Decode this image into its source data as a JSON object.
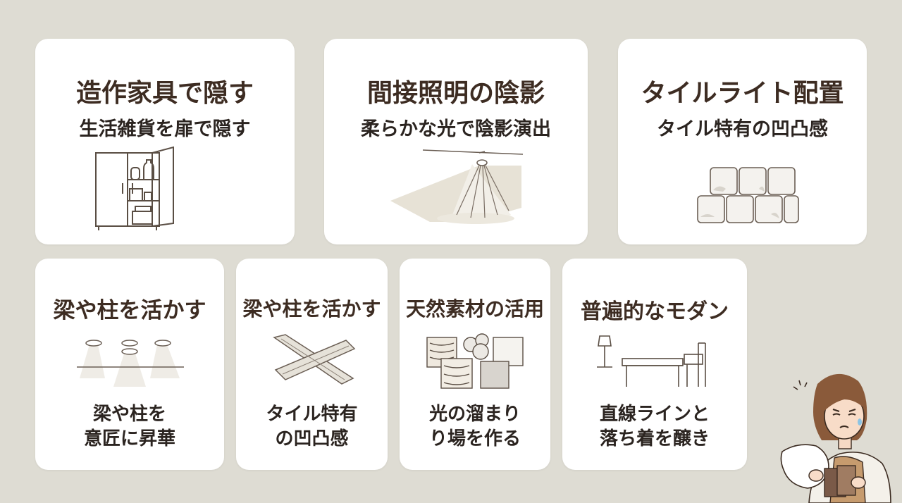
{
  "cards": [
    {
      "title": "造作家具で隠す",
      "subtitle": "生活雑貨を扉で隠す",
      "icon": "cabinet-icon"
    },
    {
      "title": "間接照明の陰影",
      "subtitle": "柔らかな光で陰影演出",
      "icon": "lamp-light-icon"
    },
    {
      "title": "タイルライト配置",
      "subtitle": "タイル特有の凹凸感",
      "icon": "tiles-icon"
    },
    {
      "title": "梁や柱を活かす",
      "caption": [
        "梁や柱を",
        "意匠に昇華"
      ],
      "icon": "downlights-icon"
    },
    {
      "title": "梁や柱を活かす",
      "caption": [
        "タイル特有",
        "の凹凸感"
      ],
      "icon": "beams-icon"
    },
    {
      "title": "天然素材の活用",
      "caption": [
        "光の溜まり",
        "り場を作る"
      ],
      "icon": "materials-icon"
    },
    {
      "title": "普遍的なモダン",
      "caption": [
        "直線ラインと",
        "落ち着を醸き"
      ],
      "icon": "modern-furniture-icon"
    }
  ],
  "colors": {
    "background": "#dedcd3",
    "card": "#ffffff",
    "title": "#3d2c22",
    "line": "#5a4e44"
  }
}
